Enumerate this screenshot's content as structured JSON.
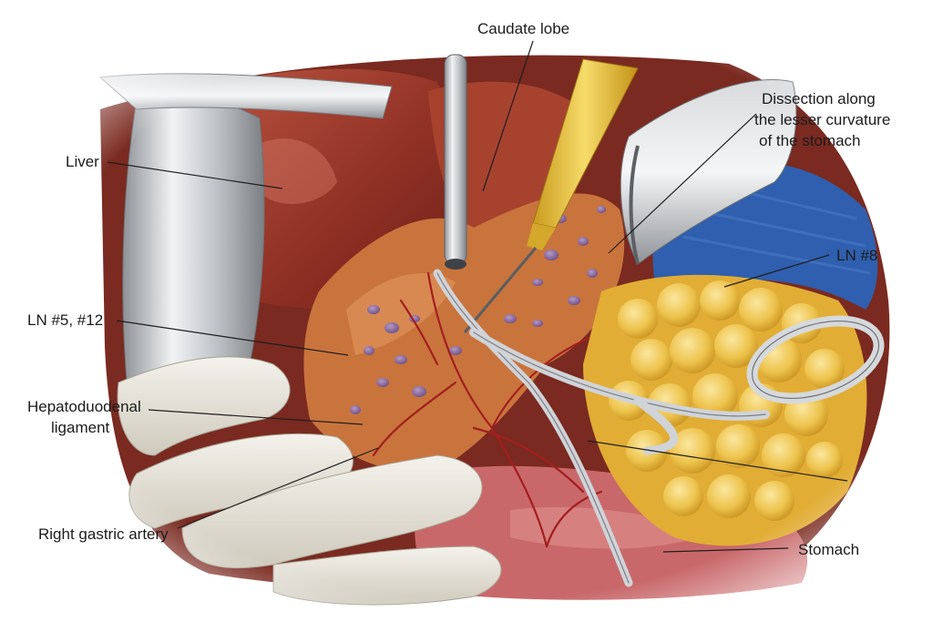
{
  "labels": {
    "caudate_lobe": "Caudate lobe",
    "dissection_line1": "Dissection along",
    "dissection_line2": "the lesser curvature",
    "dissection_line3": "of the stomach",
    "liver": "Liver",
    "ln8": "LN #8",
    "ln5_12": "LN #5, #12",
    "hepatoduodenal_line1": "Hepatoduodenal",
    "hepatoduodenal_line2": "ligament",
    "right_gastric_artery": "Right gastric artery",
    "stomach": "Stomach"
  },
  "colors": {
    "liver": "#9e3a2c",
    "fat": "#e8b93c",
    "ligament": "#c9743d",
    "lymph_node": "#8a6a9e",
    "drape_blue": "#2f5fae",
    "retractor": "#c9ccd0",
    "glove": "#e9e6de",
    "stomach": "#c9686a",
    "artery": "#a31e1e"
  }
}
